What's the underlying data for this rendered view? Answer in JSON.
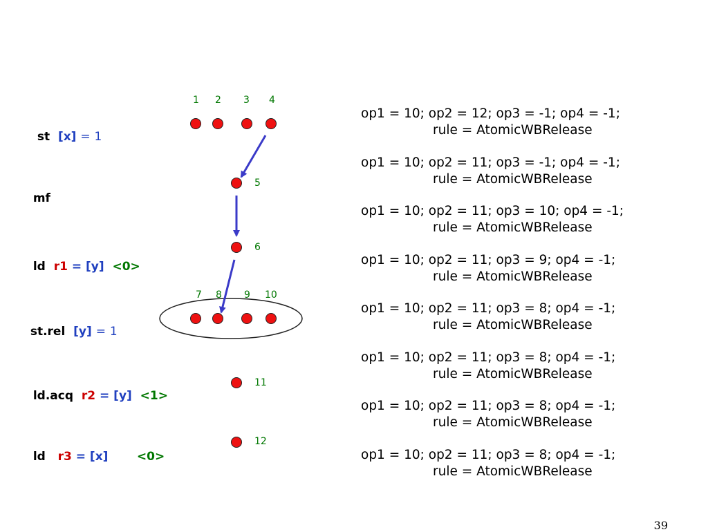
{
  "instructions": [
    {
      "op": "st",
      "lhs": "[x]",
      "eq": "=",
      "rhs": "1"
    },
    {
      "op": "mf"
    },
    {
      "op": "ld",
      "reg": "r1",
      "eq": "=",
      "mem": "[y]",
      "val": "<0>"
    },
    {
      "op": "st.rel",
      "mem": "[y]",
      "eq": "=",
      "rhs": "1"
    },
    {
      "op": "ld.acq",
      "reg": "r2",
      "eq": "=",
      "mem": "[y]",
      "val": "<1>"
    },
    {
      "op": "ld",
      "reg": "r3",
      "eq": "=",
      "mem": "[x]",
      "val": "<0>"
    }
  ],
  "node_labels": [
    "1",
    "2",
    "3",
    "4",
    "5",
    "6",
    "7",
    "8",
    "9",
    "10",
    "11",
    "12"
  ],
  "rules": [
    {
      "line1": "op1 = 10; op2 = 12; op3 = -1; op4 = -1;",
      "line2": "rule = AtomicWBRelease"
    },
    {
      "line1": "op1 = 10; op2 = 11; op3 = -1; op4 = -1;",
      "line2": "rule = AtomicWBRelease"
    },
    {
      "line1": "op1 = 10; op2 = 11; op3 = 10; op4 = -1;",
      "line2": "rule = AtomicWBRelease"
    },
    {
      "line1": "op1 = 10; op2 = 11; op3 = 9; op4 = -1;",
      "line2": "rule = AtomicWBRelease"
    },
    {
      "line1": "op1 = 10; op2 = 11; op3 = 8; op4 = -1;",
      "line2": "rule = AtomicWBRelease"
    },
    {
      "line1": "op1 = 10; op2 = 11; op3 = 8; op4 = -1;",
      "line2": "rule = AtomicWBRelease"
    },
    {
      "line1": "op1 = 10; op2 = 11; op3 = 8; op4 = -1;",
      "line2": "rule = AtomicWBRelease"
    },
    {
      "line1": "op1 = 10; op2 = 11; op3 = 8; op4 = -1;",
      "line2": "rule = AtomicWBRelease"
    }
  ],
  "page_number": "39",
  "colors": {
    "node": "#ee1111",
    "arrow": "#3a3ac8",
    "label": "#007700",
    "register": "#cc0000",
    "memory": "#1f3fbf"
  }
}
